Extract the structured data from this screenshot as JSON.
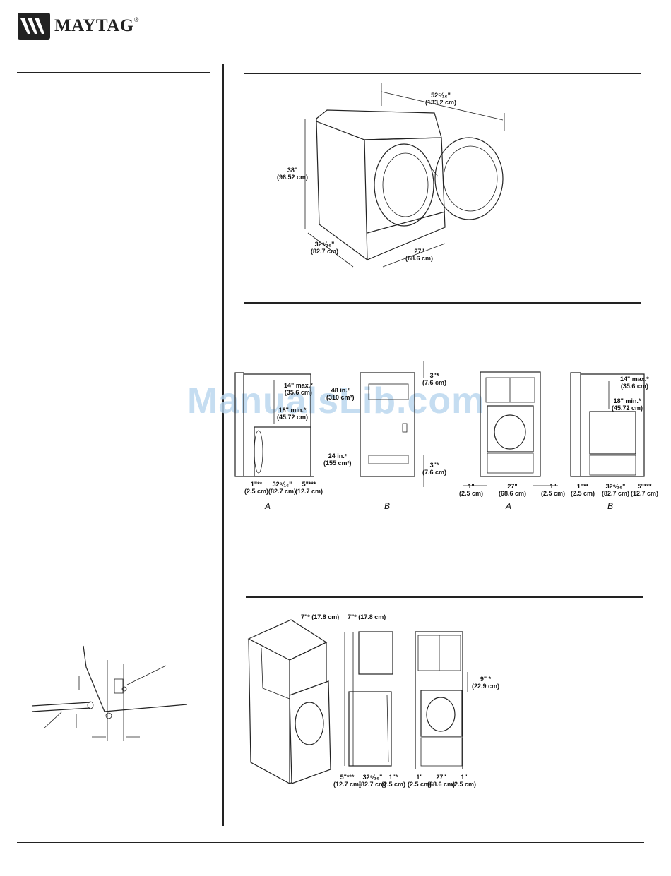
{
  "brand": {
    "name": "MAYTAG",
    "reg": "®"
  },
  "watermark": "ManualsLib.com",
  "product_dims": {
    "width_open": "52⁵⁄₁₆\"",
    "width_open_cm": "(133.2 cm)",
    "height": "38\"",
    "height_cm": "(96.52 cm)",
    "depth": "32⁹⁄₁₆\"",
    "depth_cm": "(82.7 cm)",
    "width": "27\"",
    "width_cm": "(68.6 cm)"
  },
  "closet": {
    "a_top": "14\" max.*",
    "a_top_cm": "(35.6 cm)",
    "a_mid": "18\" min.*",
    "a_mid_cm": "(45.72 cm)",
    "a_b1": "1\"**",
    "a_b1_cm": "(2.5 cm)",
    "a_b2": "32⁹⁄₁₆\"",
    "a_b2_cm": "(82.7 cm)",
    "a_b3": "5\"***",
    "a_b3_cm": "(12.7 cm)",
    "b_top": "3\"*",
    "b_top_cm": "(7.6 cm)",
    "b_vent1": "48 in.²",
    "b_vent1_cm": "(310 cm²)",
    "b_vent2": "24 in.²",
    "b_vent2_cm": "(155 cm²)",
    "b_bot": "3\"*",
    "b_bot_cm": "(7.6 cm)",
    "label_a": "A",
    "label_b": "B"
  },
  "pedestal": {
    "f1": "1\"",
    "f1_cm": "(2.5 cm)",
    "f2": "27\"",
    "f2_cm": "(68.6 cm)",
    "f3": "1\"",
    "f3_cm": "(2.5 cm)",
    "s_top": "14\" max.*",
    "s_top_cm": "(35.6 cm)",
    "s_mid": "18\" min.*",
    "s_mid_cm": "(45.72 cm)",
    "s1": "1\"**",
    "s1_cm": "(2.5 cm)",
    "s2": "32⁹⁄₁₆\"",
    "s2_cm": "(82.7 cm)",
    "s3": "5\"***",
    "s3_cm": "(12.7 cm)",
    "label_a": "A",
    "label_b": "B"
  },
  "cabinet": {
    "top1": "7\"* (17.8 cm)",
    "top2": "7\"* (17.8 cm)",
    "gap": "9\" *",
    "gap_cm": "(22.9 cm)",
    "s1": "5\"***",
    "s1_cm": "(12.7 cm)",
    "s2": "32⁹⁄₁₆\"",
    "s2_cm": "(82.7 cm)",
    "s3": "1\"*",
    "s3_cm": "(2.5 cm)",
    "f1": "1\"",
    "f1_cm": "(2.5 cm)",
    "f2": "27\"",
    "f2_cm": "(68.6 cm)",
    "f3": "1\"",
    "f3_cm": "(2.5 cm)"
  }
}
